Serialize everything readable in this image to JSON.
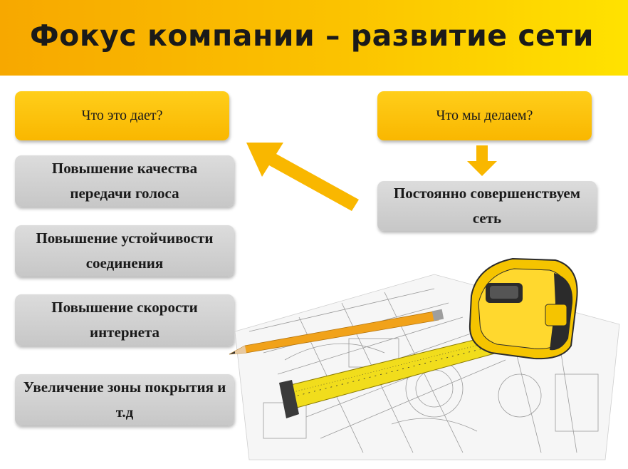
{
  "header": {
    "title": "Фокус компании – развитие сети"
  },
  "left": {
    "heading": "Что это дает?",
    "items": [
      "Повышение качества передачи голоса",
      "Повышение устойчивости соединения",
      "Повышение скорости интернета",
      "Увеличение зоны покрытия и т.д"
    ]
  },
  "right": {
    "heading": "Что мы делаем?",
    "action": "Постоянно совершенствуем сеть"
  },
  "illustration": {
    "description_icon": "tape-measure-pencil-blueprint-icon"
  },
  "colors": {
    "accent": "#fbc300",
    "box_gray": "#d2d2d2",
    "text": "#1a1a1a"
  }
}
